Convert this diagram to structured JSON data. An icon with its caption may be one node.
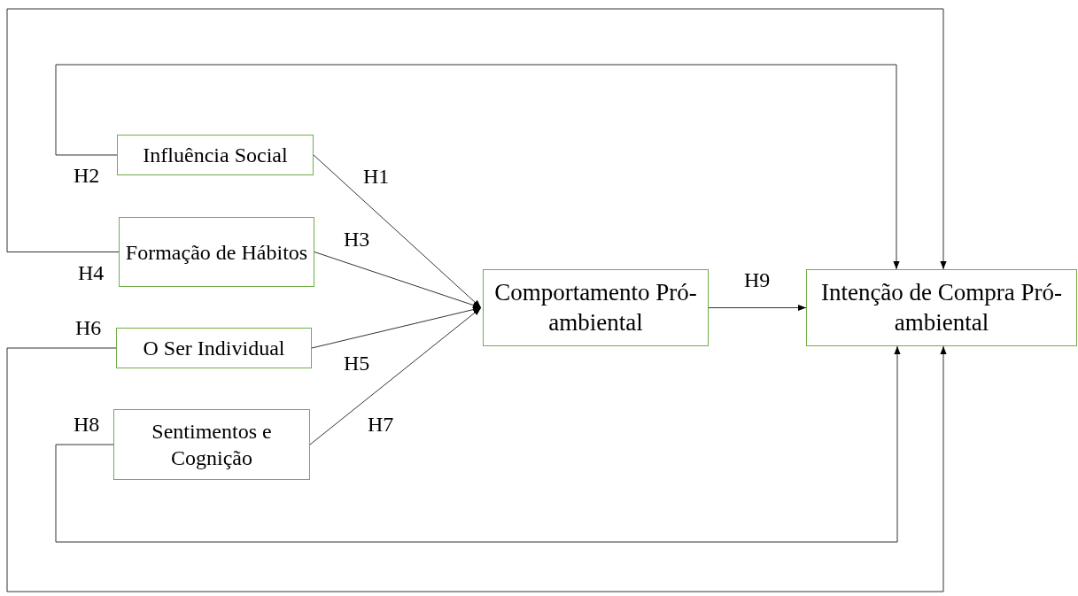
{
  "diagram": {
    "nodes": [
      {
        "text": [
          "Influência Social"
        ]
      },
      {
        "text": [
          "Formação de Hábitos"
        ]
      },
      {
        "text": [
          "O Ser Individual"
        ]
      },
      {
        "text": [
          "Sentimentos e Cognição"
        ]
      },
      {
        "text": [
          "Comportamento Pró-ambiental"
        ]
      },
      {
        "text": [
          "Intenção de Compra Pró-ambiental"
        ]
      }
    ],
    "edges": [
      {
        "from": 0,
        "to": 4,
        "arrow": "to",
        "label": "H1"
      },
      {
        "from": 1,
        "to": 4,
        "arrow": "to",
        "label": "H3"
      },
      {
        "from": 2,
        "to": 4,
        "arrow": "to",
        "label": "H5"
      },
      {
        "from": 3,
        "to": 4,
        "arrow": "to",
        "label": "H7"
      },
      {
        "from": 4,
        "to": 5,
        "arrow": "to",
        "label": "H9"
      },
      {
        "from": 0,
        "to": 5,
        "arrow": "to",
        "label": "H2"
      },
      {
        "from": 1,
        "to": 5,
        "arrow": "to",
        "label": "H4"
      },
      {
        "from": 2,
        "to": 5,
        "arrow": "to",
        "label": "H6"
      },
      {
        "from": 3,
        "to": 5,
        "arrow": "to",
        "label": "H8"
      }
    ]
  }
}
